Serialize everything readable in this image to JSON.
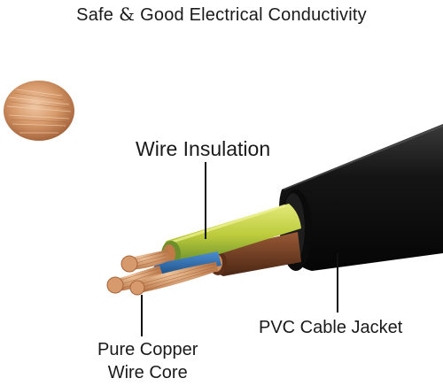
{
  "title": {
    "part1": "Safe",
    "amp": "&",
    "part2": "Good Electrical Conductivity"
  },
  "labels": {
    "insulation": "Wire Insulation",
    "jacket": "PVC Cable Jacket",
    "core_line1": "Pure Copper",
    "core_line2": "Wire Core"
  },
  "colors": {
    "jacket": "#121212",
    "insulation_yellow_green": "#b8c83a",
    "insulation_brown": "#6b3a22",
    "insulation_blue": "#2f6fb0",
    "copper": "#c98a5a"
  }
}
